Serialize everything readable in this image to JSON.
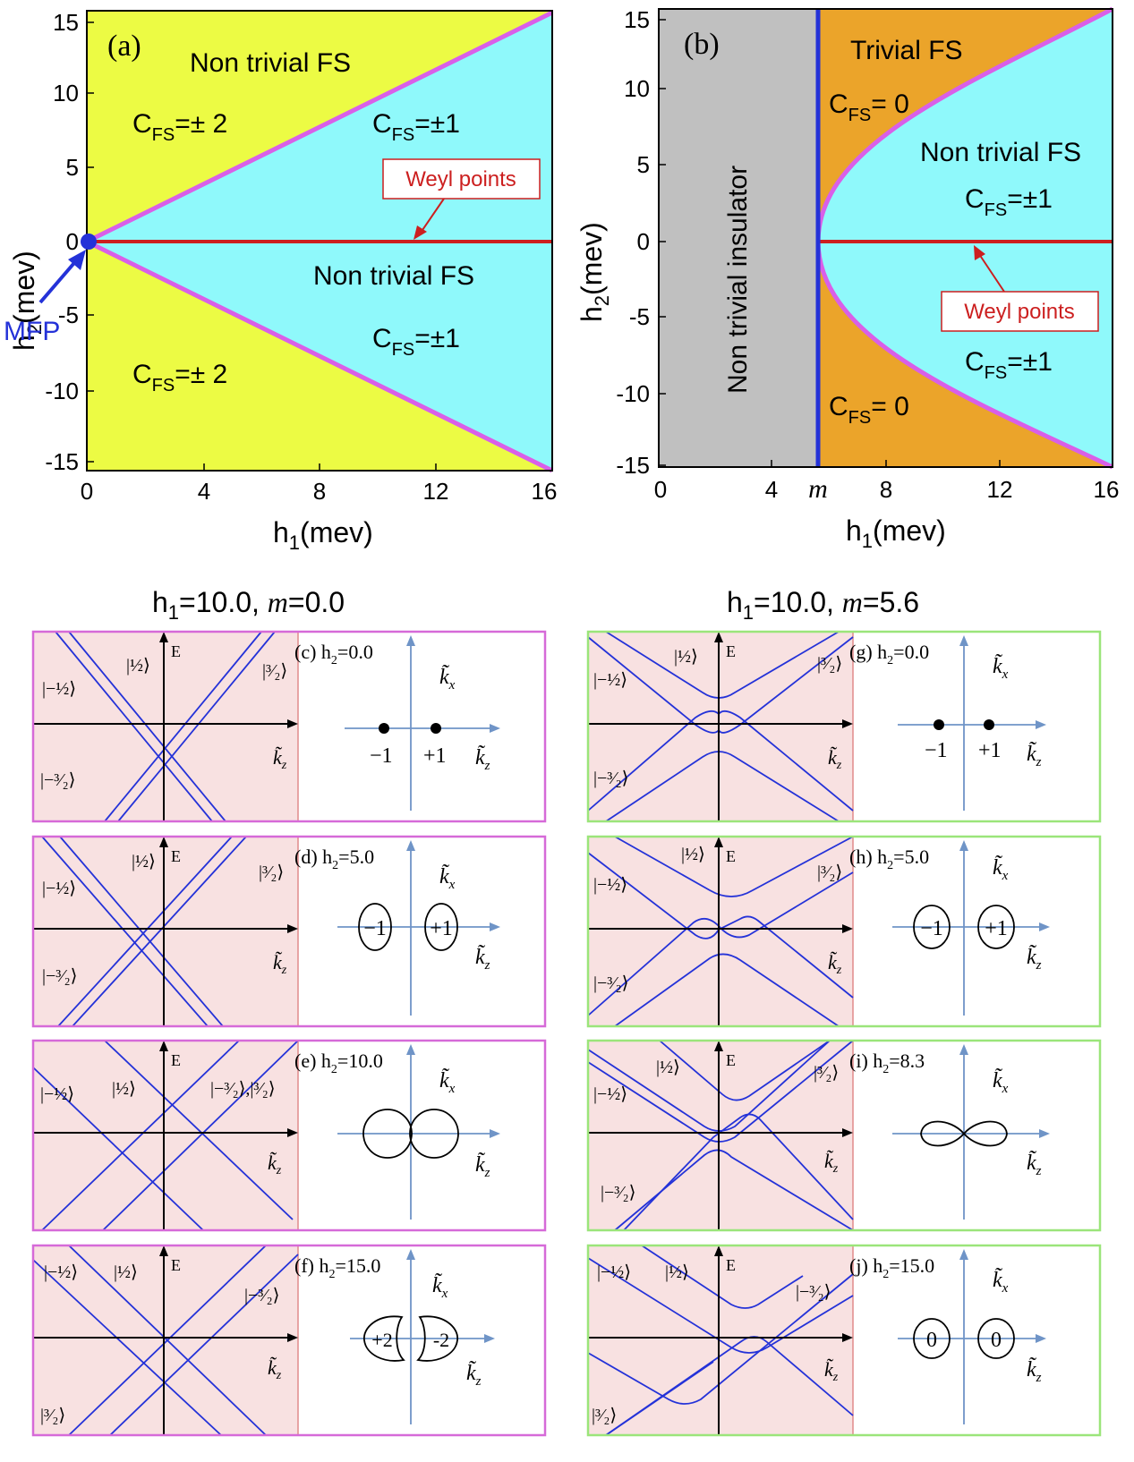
{
  "colors": {
    "yellow": "#ecfb44",
    "cyan": "#8ff9fb",
    "gray": "#c0c0c0",
    "orange": "#eba42a",
    "magenta": "#d95fe8",
    "red": "#cc1f1f",
    "blue": "#2432d8",
    "pink": "#f8e1e1",
    "panel_magenta": "#d66ad8",
    "panel_green": "#9be57a",
    "inset_axis": "#6f94c7"
  },
  "panel_a": {
    "label": "(a)",
    "xlabel_main": "h",
    "xlabel_sub": "1",
    "xlabel_unit": "(mev)",
    "ylabel_main": "h",
    "ylabel_sub": "2",
    "ylabel_unit": "(mev)",
    "xticks": [
      "0",
      "4",
      "8",
      "12",
      "16"
    ],
    "yticks": [
      "15",
      "10",
      "5",
      "0",
      "-5",
      "-10",
      "-15"
    ],
    "text_nontrivial_top": "Non trivial FS",
    "text_nontrivial_mid": "Non trivial FS",
    "c_main": "C",
    "c_sub": "FS",
    "c_val2": "=± 2",
    "c_val1": "=±1",
    "weyl": "Weyl points",
    "mfp": "MFP"
  },
  "panel_b": {
    "label": "(b)",
    "xlabel_main": "h",
    "xlabel_sub": "1",
    "xlabel_unit": "(mev)",
    "ylabel_main": "h",
    "ylabel_sub": "2",
    "ylabel_unit": "(mev)",
    "xticks": [
      "0",
      "4",
      "m",
      "8",
      "12",
      "16"
    ],
    "yticks": [
      "15",
      "10",
      "5",
      "0",
      "-5",
      "-10",
      "-15"
    ],
    "text_trivial": "Trivial FS",
    "text_nontrivial": "Non trivial FS",
    "text_insulator": "Non trivial insulator",
    "c_main": "C",
    "c_sub": "FS",
    "c_val0": "= 0",
    "c_val1": "=±1",
    "weyl": "Weyl points"
  },
  "headers": {
    "left_prefix": "h",
    "left_sub": "1",
    "left_rest": "=10.0, ",
    "left_m": "m",
    "left_mval": "=0.0",
    "right_prefix": "h",
    "right_sub": "1",
    "right_rest": "=10.0, ",
    "right_m": "m",
    "right_mval": "=5.6"
  },
  "subpanels": {
    "c": {
      "label": "(c) h",
      "sub": "2",
      "val": "=0.0"
    },
    "d": {
      "label": "(d) h",
      "sub": "2",
      "val": "=5.0"
    },
    "e": {
      "label": "(e) h",
      "sub": "2",
      "val": "=10.0"
    },
    "f": {
      "label": "(f) h",
      "sub": "2",
      "val": "=15.0"
    },
    "g": {
      "label": "(g) h",
      "sub": "2",
      "val": "=0.0"
    },
    "h": {
      "label": "(h) h",
      "sub": "2",
      "val": "=5.0"
    },
    "i": {
      "label": "(i) h",
      "sub": "2",
      "val": "=8.3"
    },
    "j": {
      "label": "(j) h",
      "sub": "2",
      "val": "=15.0"
    }
  },
  "states": {
    "half": "|½⟩",
    "mhalf": "|−½⟩",
    "three": "|³⁄₂⟩",
    "mthree": "|−³⁄₂⟩",
    "mthree_three": "|−³⁄₂⟩,|³⁄₂⟩"
  },
  "axes": {
    "E": "E",
    "kx": "k̃",
    "kx_sub": "x",
    "kz": "k̃",
    "kz_sub": "z"
  },
  "chern": {
    "m1": "−1",
    "p1": "+1",
    "m1b": "−1",
    "p1b": "+1",
    "p2": "+2",
    "m2": "-2",
    "zero": "0"
  }
}
